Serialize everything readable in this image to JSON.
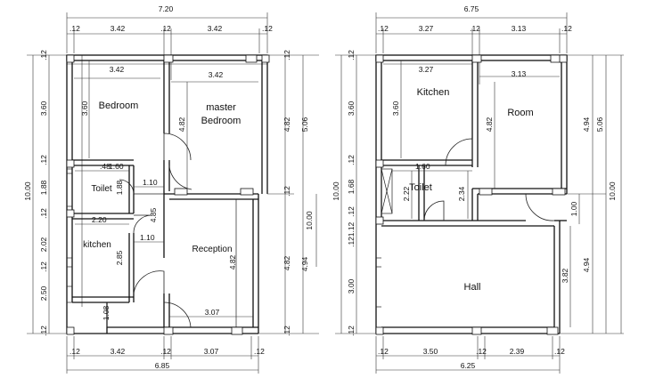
{
  "left_plan": {
    "rooms": {
      "bedroom": "Bedroom",
      "master_line1": "master",
      "master_line2": "Bedroom",
      "toilet": "Toilet",
      "kitchen": "kitchen",
      "reception": "Reception"
    },
    "dims": {
      "top_total": "7.20",
      "top_a": "3.42",
      "top_b": "3.42",
      "top_a2": "3.42",
      "top_b2": "3.42",
      "wall_12": ".12",
      "bottom_a": "3.42",
      "bottom_b": "3.07",
      "bottom_total": "6.85",
      "bed_height": "3.60",
      "bed_inner": "3.60",
      "master_inner": "4.82",
      "master_right": "4.82",
      "total_right": "5.06",
      "toilet_160": "1.60",
      "toilet_48": ".48",
      "toilet_188": "1.88",
      "toilet_188b": "1.88",
      "toilet_110": "1.10",
      "hall_220": "2.20",
      "hall_110": "1.10",
      "hall_485": "4.85",
      "kitchen_202": "2.02",
      "kitchen_285": "2.85",
      "kitchen_250": "2.50",
      "entry_108": "1.08",
      "reception_inner": "4.82",
      "reception_307": "3.07",
      "right_482": "4.82",
      "right_494": "4.94",
      "right_1000": "10.00",
      "left_1000": "10.00"
    }
  },
  "right_plan": {
    "rooms": {
      "kitchen": "Kitchen",
      "room": "Room",
      "toilet": "Toilet",
      "hall": "Hall"
    },
    "dims": {
      "top_total": "6.75",
      "top_a": "3.27",
      "top_b": "3.13",
      "top_a2": "3.27",
      "top_b2": "3.13",
      "wall_12": ".12",
      "kitchen_height": "3.60",
      "kitchen_inner": "3.60",
      "room_inner": "4.82",
      "right_494": "4.94",
      "right_506": "5.06",
      "toilet_160": "1.60",
      "toilet_168": "1.68",
      "toilet_222": "2.22",
      "toilet_234": "2.34",
      "door_100": "1.00",
      "left_112": "1.12",
      "left_300": "3.00",
      "hall_382": "3.82",
      "hall_494": "4.94",
      "bottom_a": "3.50",
      "bottom_b": "2.39",
      "bottom_total": "6.25",
      "left_1000": "10.00",
      "right_1000": "10.00"
    }
  }
}
